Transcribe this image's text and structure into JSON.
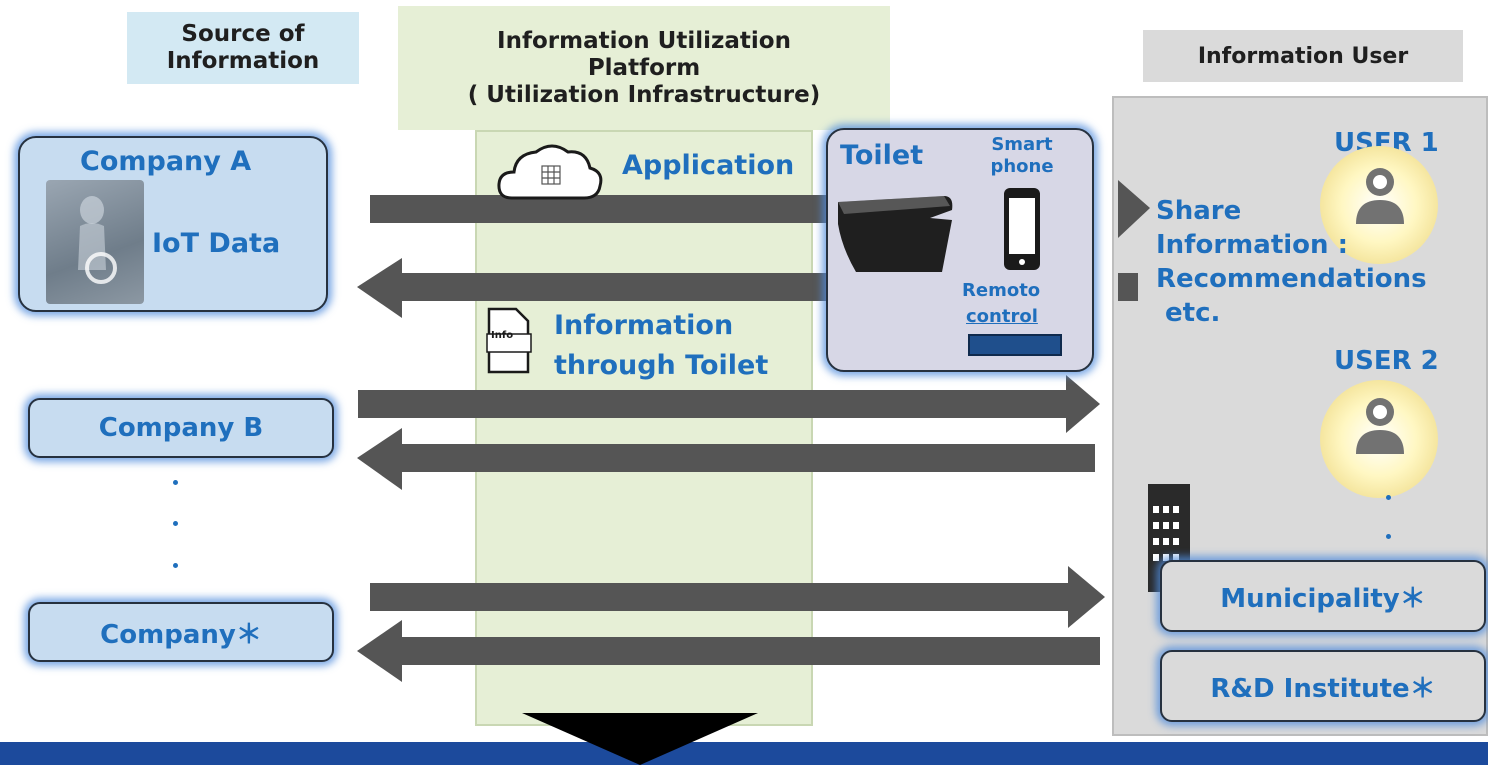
{
  "headers": {
    "source": "Source of\nInformation",
    "platform": "Information Utilization\nPlatform\n( Utilization Infrastructure)",
    "user": "Information User"
  },
  "sources": {
    "company_a": "Company A",
    "iot_data": "IoT Data",
    "company_b": "Company B",
    "company_star": "Company＊"
  },
  "platform": {
    "application": "Application",
    "info_tag": "Info",
    "info_line1": "Information",
    "info_line2": "through  Toilet"
  },
  "toilet_box": {
    "toilet": "Toilet",
    "smartphone": "Smart\nphone",
    "remote": "Remoto",
    "control": "control"
  },
  "users": {
    "user1": "USER 1",
    "user2": "USER 2",
    "share": "Share\nInformation :\nRecommendations\n etc.",
    "municipality": "Municipality＊",
    "rnd": "R&D Institute＊"
  },
  "colors": {
    "accent": "#1f6fbd",
    "arrow": "#555555",
    "banner": "#1c4a9c",
    "source_header_bg": "#d3e9f3",
    "platform_bg": "#e6efd6",
    "user_bg": "#dadada"
  }
}
